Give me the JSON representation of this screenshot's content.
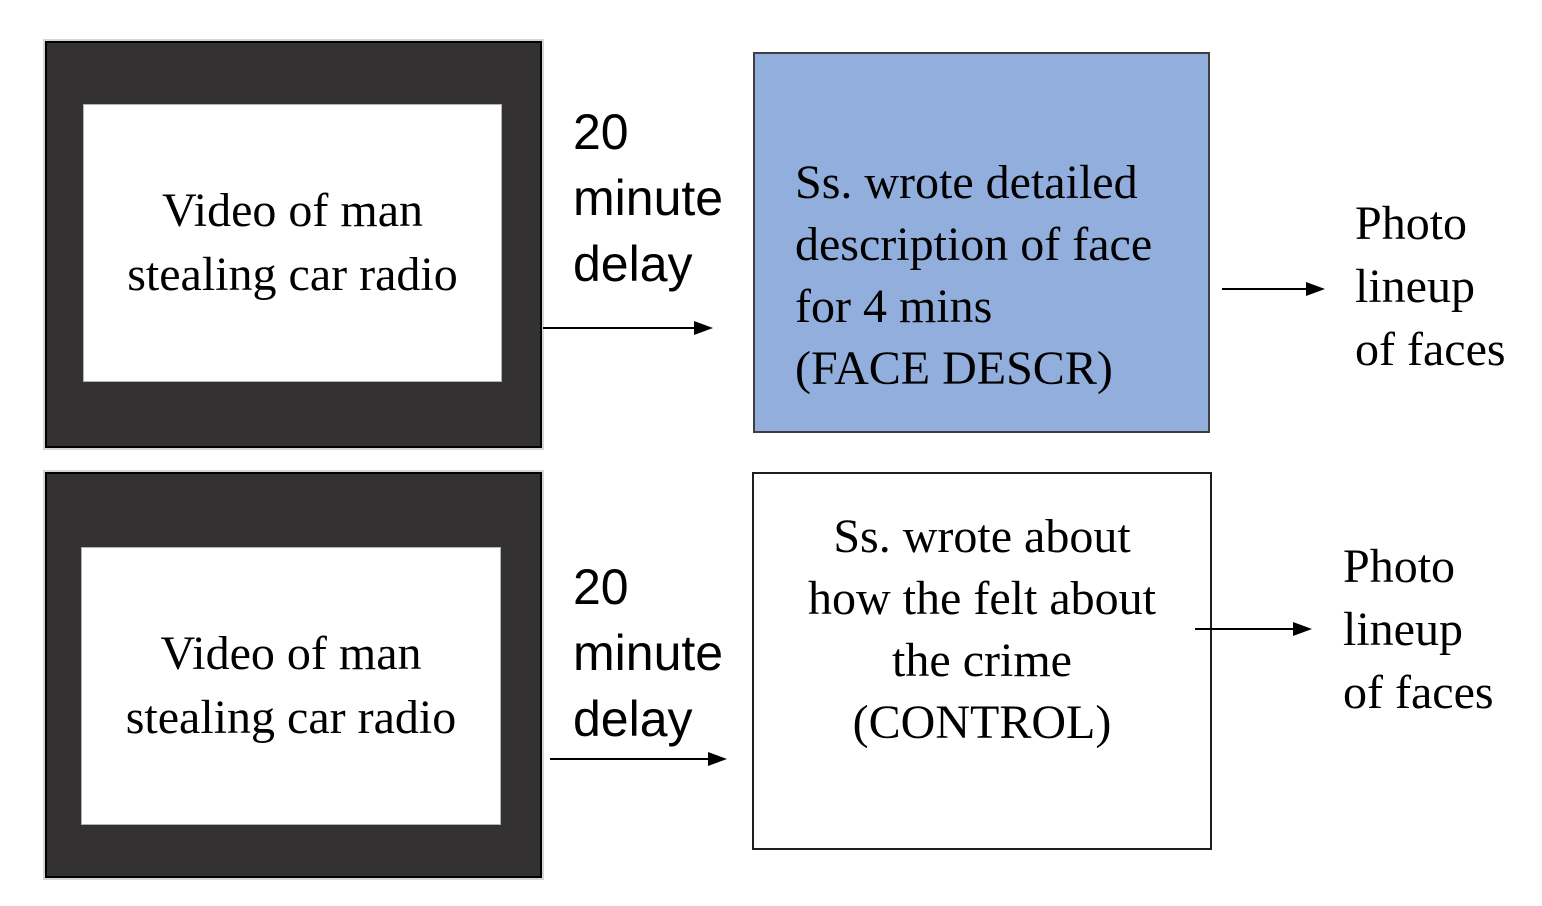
{
  "colors": {
    "frame_dark": "#333132",
    "highlight_blue": "#91AEDC",
    "line_black": "#000000"
  },
  "rows": [
    {
      "video_screen": {
        "lines": [
          "Video of man",
          "stealing car radio"
        ]
      },
      "delay": {
        "lines": [
          "20",
          "minute",
          "delay"
        ]
      },
      "writing_task": {
        "condition": "FACE DESCR",
        "highlighted": true,
        "lines": [
          "Ss. wrote detailed",
          "description of face",
          "for 4 mins",
          "(FACE DESCR)"
        ]
      },
      "outcome": {
        "lines": [
          "Photo",
          "lineup",
          "of faces"
        ]
      }
    },
    {
      "video_screen": {
        "lines": [
          "Video of man",
          "stealing car radio"
        ]
      },
      "delay": {
        "lines": [
          "20",
          "minute",
          "delay"
        ]
      },
      "writing_task": {
        "condition": "CONTROL",
        "highlighted": false,
        "lines": [
          "Ss. wrote about",
          "how the felt about",
          "the crime",
          "(CONTROL)"
        ]
      },
      "outcome": {
        "lines": [
          "Photo",
          "lineup",
          "of faces"
        ]
      }
    }
  ]
}
